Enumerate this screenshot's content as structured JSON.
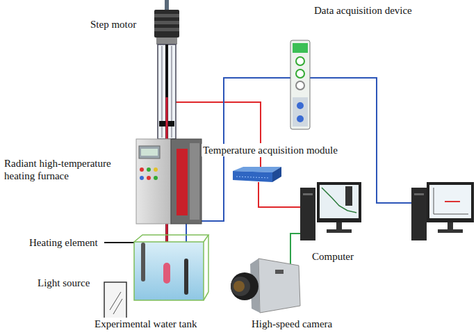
{
  "diagram": {
    "labels": [
      "Step motor",
      "Data acquisition device",
      "Radiant high-temperature heating furnace",
      "Temperature acquisition module",
      "Heating element",
      "Light source",
      "Computer",
      "High-speed camera",
      "Experimental water tank"
    ]
  }
}
